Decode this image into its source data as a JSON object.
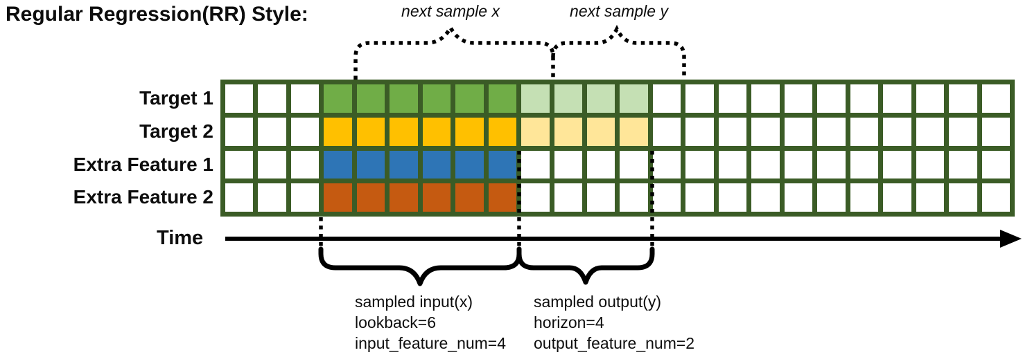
{
  "title": "Regular Regression(RR) Style:",
  "colors": {
    "grid_border": "#3b5c26",
    "empty_cell": "#ffffff",
    "target1_input": "#70ad47",
    "target1_output": "#c5e0b4",
    "target2_input": "#ffc000",
    "target2_output": "#ffe699",
    "extra_feature1_input": "#2e75b6",
    "extra_feature2_input": "#c55a11",
    "line_color": "#000000"
  },
  "grid": {
    "columns": 24,
    "input_start_col": 3,
    "lookback": 6,
    "horizon": 4,
    "rows": [
      {
        "label": "Target 1",
        "input_color": "#70ad47",
        "output_color": "#c5e0b4",
        "has_output": true
      },
      {
        "label": "Target 2",
        "input_color": "#ffc000",
        "output_color": "#ffe699",
        "has_output": true
      },
      {
        "label": "Extra Feature 1",
        "input_color": "#2e75b6",
        "output_color": null,
        "has_output": false
      },
      {
        "label": "Extra Feature 2",
        "input_color": "#c55a11",
        "output_color": null,
        "has_output": false
      }
    ]
  },
  "annotations": {
    "next_sample_x": "next sample x",
    "next_sample_y": "next sample y",
    "time_label": "Time",
    "input_block": [
      "sampled input(x)",
      "lookback=6",
      "input_feature_num=4"
    ],
    "output_block": [
      "sampled output(y)",
      "horizon=4",
      "output_feature_num=2"
    ]
  }
}
